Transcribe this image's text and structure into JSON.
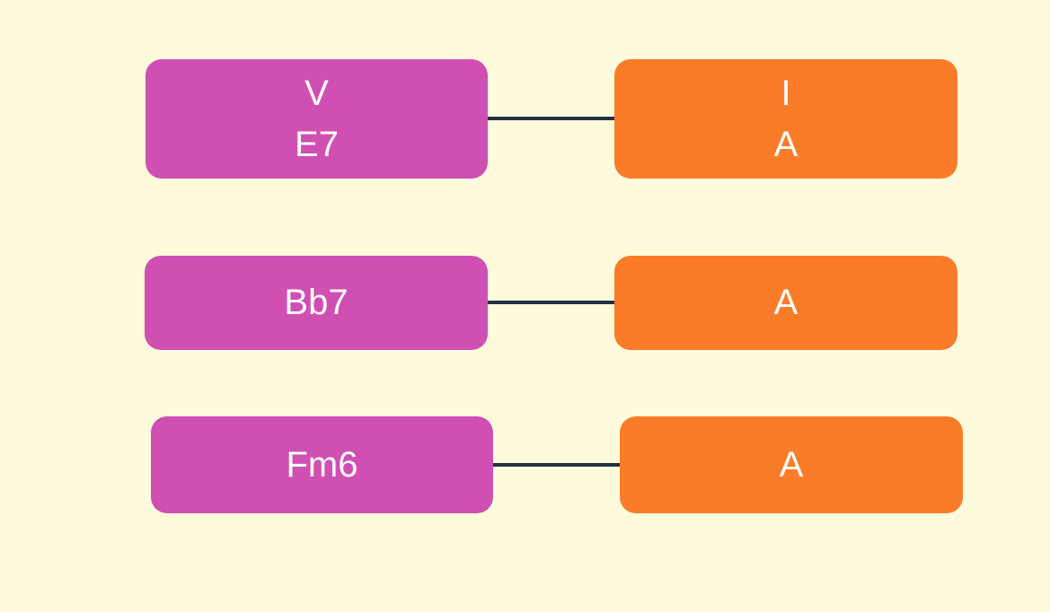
{
  "diagram": {
    "background_color": "#FDFBDC",
    "connector_color": "#233240",
    "left_node_color": "#D04FB3",
    "right_node_color": "#FB7C28",
    "text_color": "#FFFFFF",
    "rows": [
      {
        "left": {
          "line1": "V",
          "line2": "E7"
        },
        "right": {
          "line1": "I",
          "line2": "A"
        }
      },
      {
        "left": {
          "line1": "Bb7"
        },
        "right": {
          "line1": "A"
        }
      },
      {
        "left": {
          "line1": "Fm6"
        },
        "right": {
          "line1": "A"
        }
      }
    ]
  }
}
